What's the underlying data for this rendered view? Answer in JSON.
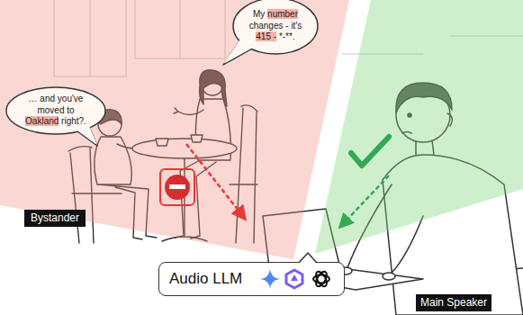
{
  "diagram": {
    "nodes": [
      {
        "text": [
          "… and you've moved to Oakland right?."
        ]
      },
      {
        "text": [
          "My number changes - it's 415 - *-**."
        ]
      },
      {
        "text": [
          "Bystander"
        ]
      },
      {
        "text": [
          "Audio LLM"
        ]
      },
      {
        "text": [
          "Main Speaker"
        ]
      }
    ]
  }
}
